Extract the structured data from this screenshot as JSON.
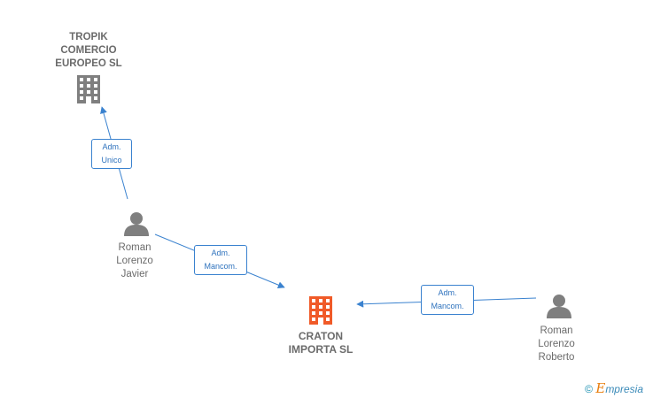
{
  "nodes": {
    "tropik": {
      "lines": [
        "TROPIK",
        "COMERCIO",
        "EUROPEO  SL"
      ]
    },
    "craton": {
      "lines": [
        "CRATON",
        "IMPORTA  SL"
      ]
    },
    "javier": {
      "lines": [
        "Roman",
        "Lorenzo",
        "Javier"
      ]
    },
    "roberto": {
      "lines": [
        "Roman",
        "Lorenzo",
        "Roberto"
      ]
    }
  },
  "edges": {
    "javier_tropik": {
      "lines": [
        "Adm.",
        "Unico"
      ]
    },
    "javier_craton": {
      "lines": [
        "Adm.",
        "Mancom."
      ]
    },
    "roberto_craton": {
      "lines": [
        "Adm.",
        "Mancom."
      ]
    }
  },
  "footer": {
    "copyright": "©",
    "brand_first": "E",
    "brand_rest": "mpresia"
  },
  "colors": {
    "edge": "#3a82cf",
    "main_company": "#f05a28",
    "company": "#7f7f7f",
    "person": "#7f7f7f"
  }
}
